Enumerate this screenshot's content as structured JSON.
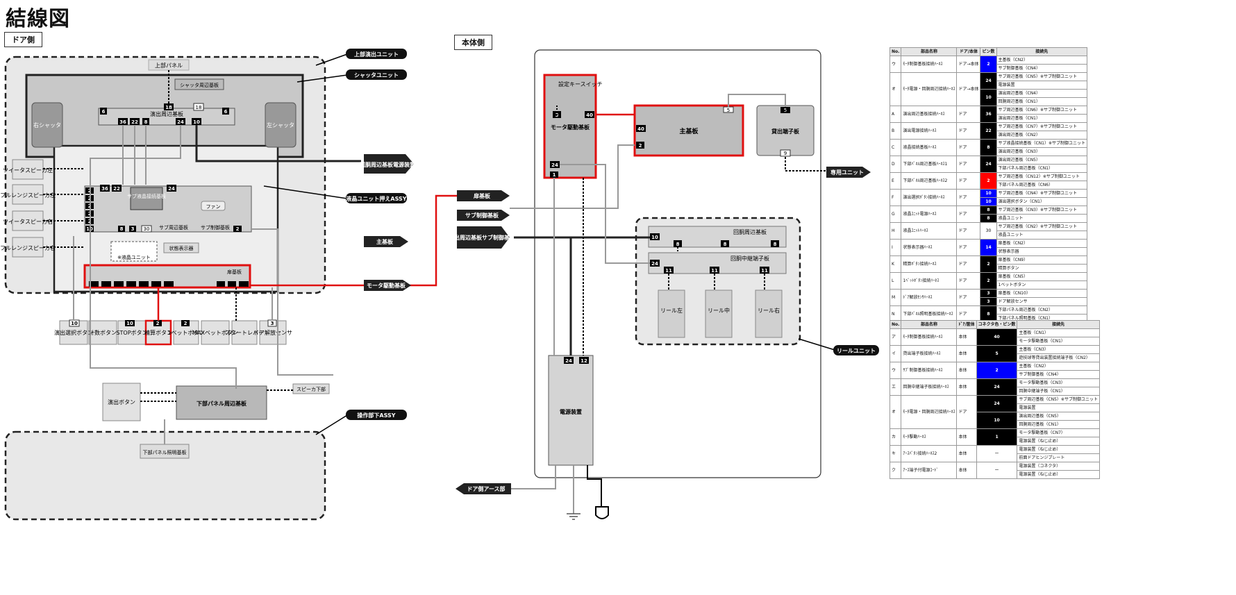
{
  "title": "結線図",
  "door_side_label": "ドア側",
  "body_side_label": "本体側",
  "door": {
    "upper_panel": "上部パネル",
    "shutter_periph": "シャッタ周辺基板",
    "enshutsu_periph": "演出周辺基板",
    "right_shutter": "右シャッタ",
    "left_shutter": "左シャッタ",
    "sub_lcd": "サブ液晶接続基板",
    "fan": "ファン",
    "sub_ctrl": "サブ制御基板",
    "sub_periph": "サブ周辺基板",
    "lcd_unit_note": "※液晶ユニット",
    "status_board": "状態表示器",
    "tobira": "扉基板",
    "speakers": [
      "ツイータスピーカ左",
      "フルレンジスピーカ左",
      "ツイータスピーカ右",
      "フルレンジスピーカ右"
    ],
    "buttons": [
      "演出選択ボタン",
      "計数ボタン",
      "STOPボタン",
      "精算ボタン",
      "1ベットボタン",
      "MAXベットボタン",
      "スタートレバー",
      "ドア解放センサ"
    ],
    "button_pins": [
      "10",
      "",
      "10",
      "2",
      "2",
      "",
      "",
      "3"
    ],
    "lower_panel": "下部パネル周辺基板",
    "lower_light": "下部パネル照明基板",
    "enshutsu_btn": "演出ボタン",
    "speaker_lower": "スピーカ下部",
    "callouts": [
      "上部演出ユニット",
      "シャッタユニット",
      "液晶ユニット押えASSY",
      "操作部下ASSY"
    ],
    "side_tags": [
      "回胴周辺基板電源装置",
      "主基板",
      "モータ駆動基板"
    ]
  },
  "body": {
    "motor_drive": "モータ駆動基板",
    "setting_key": "設定キースイッチ",
    "main_board": "主基板",
    "payout_terminal": "貸出端子板",
    "dedicated_unit": "専用ユニット",
    "kaido_periph": "回胴周辺基板",
    "kaido_relay": "回胴中継端子板",
    "reels": [
      "リール左",
      "リール中",
      "リール右"
    ],
    "reel_unit": "リールユニット",
    "power": "電源装置",
    "door_earth": "ドア側アース部",
    "left_tags": [
      "扉基板",
      "サブ制御基板",
      "演出周辺基板サブ制御基板"
    ]
  },
  "table1": {
    "headers": [
      "No.",
      "部品名称",
      "ドア/本体",
      "ピン数",
      "接続先"
    ],
    "rows": [
      {
        "no": "ウ",
        "name": "ﾓｰﾀ制御基板接続ﾊｰﾈｽ",
        "side": "ドア→本体",
        "pins": [
          "2"
        ],
        "pin_color": "blue",
        "dest": [
          "主基板（CN2）",
          "サブ制御基板（CN4）"
        ]
      },
      {
        "no": "オ",
        "name": "ﾓｰﾀ電源・回胴周辺接続ﾊｰﾈｽ",
        "side": "ドア→本体",
        "pins": [
          "24",
          "10"
        ],
        "pin_color": "black",
        "dest": [
          "サブ周辺基板（CN5）※サブ制御ユニット",
          "電源装置",
          "演出周辺基板（CN4）",
          "回胴周辺基板（CN1）"
        ]
      },
      {
        "no": "A",
        "name": "演出周辺基板接続ﾊｰﾈｽ",
        "side": "ドア",
        "pins": [
          "36"
        ],
        "pin_color": "black",
        "dest": [
          "サブ周辺基板（CN6）※サブ制御ユニット",
          "演出周辺基板（CN1）"
        ]
      },
      {
        "no": "B",
        "name": "演出電源接続ﾊｰﾈｽ",
        "side": "ドア",
        "pins": [
          "22"
        ],
        "pin_color": "black",
        "dest": [
          "サブ周辺基板（CN7）※サブ制御ユニット",
          "演出周辺基板（CN2）"
        ]
      },
      {
        "no": "C",
        "name": "液晶接続基板ﾊｰﾈｽ",
        "side": "ドア",
        "pins": [
          "8"
        ],
        "pin_color": "black",
        "dest": [
          "サブ液晶接続基板（CN1）※サブ制御ユニット",
          "演出周辺基板（CN3）"
        ]
      },
      {
        "no": "D",
        "name": "下部ﾊﾟﾈﾙ周辺基板ﾊｰﾈｽ1",
        "side": "ドア",
        "pins": [
          "24"
        ],
        "pin_color": "black",
        "dest": [
          "演出周辺基板（CN5）",
          "下部パネル周辺基板（CN1）"
        ]
      },
      {
        "no": "E",
        "name": "下部ﾊﾟﾈﾙ周辺基板ﾊｰﾈｽ2",
        "side": "ドア",
        "pins": [
          "2"
        ],
        "pin_color": "red",
        "dest": [
          "サブ周辺基板（CN12）※サブ制御ユニット",
          "下部パネル周辺基板（CN6）"
        ]
      },
      {
        "no": "F",
        "name": "演出選択ﾎﾞﾀﾝ接続ﾊｰﾈｽ",
        "side": "ドア",
        "pins": [
          "10",
          "10"
        ],
        "pin_color": "blue",
        "dest": [
          "サブ周辺基板（CN4）※サブ制御ユニット",
          "演出選択ボタン（CN1）"
        ]
      },
      {
        "no": "G",
        "name": "液晶ﾕﾆｯﾄ電源ﾊｰﾈｽ",
        "side": "ドア",
        "pins": [
          "8",
          "8"
        ],
        "pin_color": "black",
        "dest": [
          "サブ周辺基板（CN3）※サブ制御ユニット",
          "液晶ユニット"
        ]
      },
      {
        "no": "H",
        "name": "液晶ﾕﾆｯﾄﾊｰﾈｽ",
        "side": "ドア",
        "pins": [
          "30"
        ],
        "pin_color": "white",
        "dest": [
          "サブ周辺基板（CN2）※サブ制御ユニット",
          "液晶ユニット"
        ]
      },
      {
        "no": "I",
        "name": "状態表示器ﾊｰﾈｽ",
        "side": "ドア",
        "pins": [
          "14"
        ],
        "pin_color": "blue",
        "dest": [
          "扉基板（CN2）",
          "状態表示器"
        ]
      },
      {
        "no": "K",
        "name": "精算ﾎﾞﾀﾝ接続ﾊｰﾈｽ",
        "side": "ドア",
        "pins": [
          "2"
        ],
        "pin_color": "black",
        "dest": [
          "扉基板（CN9）",
          "精算ボタン"
        ]
      },
      {
        "no": "L",
        "name": "1ﾍﾞｯﾄﾎﾞﾀﾝ接続ﾊｰﾈｽ",
        "side": "ドア",
        "pins": [
          "2"
        ],
        "pin_color": "black",
        "dest": [
          "扉基板（CN5）",
          "1ベットボタン"
        ]
      },
      {
        "no": "M",
        "name": "ﾄﾞｱ解放ｾﾝｻﾊｰﾈｽ",
        "side": "ドア",
        "pins": [
          "3",
          "3"
        ],
        "pin_color": "black",
        "dest": [
          "扉基板（CN10）",
          "ドア解放センサ"
        ]
      },
      {
        "no": "N",
        "name": "下部ﾊﾟﾈﾙ照明基板接続ﾊｰﾈｽ",
        "side": "ドア",
        "pins": [
          "8"
        ],
        "pin_color": "black",
        "dest": [
          "下部パネル周辺基板（CN2）",
          "下部パネル照明基板（CN1）"
        ]
      }
    ]
  },
  "table2": {
    "headers": [
      "No.",
      "部品名称",
      "ﾄﾞｱ/筐体",
      "コネクタ色・ピン数",
      "接続先"
    ],
    "rows": [
      {
        "no": "ア",
        "name": "ﾓｰﾀ制御基板接続ﾊｰﾈｽ",
        "side": "本体",
        "pins": [
          "40"
        ],
        "pin_color": "black",
        "dest": [
          "主基板（CN1）",
          "モータ駆動基板（CN1）"
        ]
      },
      {
        "no": "イ",
        "name": "貸出端子板接続ﾊｰﾈｽ",
        "side": "本体",
        "pins": [
          "5"
        ],
        "pin_color": "black",
        "dest": [
          "主基板（CN3）",
          "遊技球等貸出装置接続端子板（CN2）"
        ]
      },
      {
        "no": "ウ",
        "name": "ｻﾌﾞ制御基板接続ﾊｰﾈｽ",
        "side": "本体",
        "pins": [
          "2"
        ],
        "pin_color": "blue",
        "dest": [
          "主基板（CN2）",
          "サブ制御基板（CN4）"
        ]
      },
      {
        "no": "エ",
        "name": "回胴中継端子板接続ﾊｰﾈｽ",
        "side": "本体",
        "pins": [
          "24"
        ],
        "pin_color": "black",
        "dest": [
          "モータ駆動基板（CN3）",
          "回胴中継端子板（CN1）"
        ]
      },
      {
        "no": "オ",
        "name": "ﾓｰﾀ電源・回胴周辺接続ﾊｰﾈｽ",
        "side": "ドア",
        "pins": [
          "24",
          "10"
        ],
        "pin_color": "black",
        "dest": [
          "サブ周辺基板（CN5）※サブ制御ユニット",
          "電源装置",
          "演出周辺基板（CN5）",
          "回胴周辺基板（CN1）"
        ]
      },
      {
        "no": "カ",
        "name": "ﾓｰﾀ駆動ﾊｰﾈｽ",
        "side": "本体",
        "pins": [
          "1"
        ],
        "pin_color": "black",
        "dest": [
          "モータ駆動基板（CN7）",
          "電源装置（ねじ止め）"
        ]
      },
      {
        "no": "キ",
        "name": "ｱｰｽﾊﾟﾀﾝ接続ﾊｰﾈｽ2",
        "side": "本体",
        "pins": [
          "ー"
        ],
        "pin_color": "white",
        "dest": [
          "電源装置（ねじ止め）",
          "前面ドアヒンジプレート"
        ]
      },
      {
        "no": "ク",
        "name": "ｱｰｽ端子付電源ｺｰﾄﾞ",
        "side": "本体",
        "pins": [
          "ー"
        ],
        "pin_color": "white",
        "dest": [
          "電源装置（コネクタ）",
          "電源装置（ねじ止め）"
        ]
      }
    ]
  }
}
